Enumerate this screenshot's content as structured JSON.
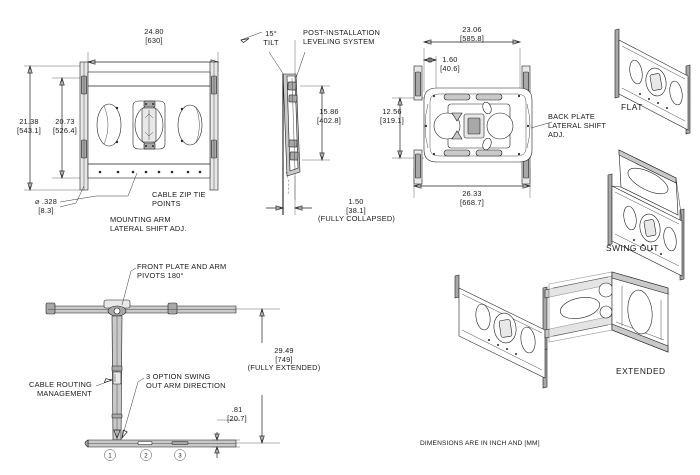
{
  "sheet": {
    "footer_note": "DIMENSIONS ARE IN INCH AND [MM]"
  },
  "front_view": {
    "dim_width": "24.80\n[630]",
    "dim_height_outer": "21.38\n[543.1]",
    "dim_height_inner": "20.73\n[526.4]",
    "dim_hole": "⌀ .328\n[8.3]",
    "callout_cable_zip": "CABLE ZIP TIE\nPOINTS",
    "callout_mounting_arm": "MOUNTING ARM\nLATERAL SHIFT ADJ."
  },
  "side_view": {
    "tilt_label": "15°\nTILT",
    "leveling_label": "POST-INSTALLATION\nLEVELING SYSTEM",
    "dim_height": "15.86\n[402.8]",
    "dim_depth": "1.50\n[38.1]\n(FULLY COLLAPSED)"
  },
  "back_view": {
    "dim_width_inner": "23.06\n[585.8]",
    "dim_offset": "1.60\n[40.6]",
    "dim_height": "12.56\n[319.1]",
    "dim_width_outer": "26.33\n[668.7]",
    "callout_back_plate": "BACK PLATE\nLATERAL SHIFT\nADJ."
  },
  "iso_views": {
    "flat_label": "FLAT",
    "swing_out_label": "SWING OUT",
    "extended_label": "EXTENDED"
  },
  "extended_view": {
    "callout_front_plate": "FRONT PLATE AND ARM\nPIVOTS 180°",
    "callout_cable_routing": "CABLE ROUTING\nMANAGEMENT",
    "callout_swing_option": "3 OPTION SWING\nOUT ARM DIRECTION",
    "dim_extended": "29.49\n[749]\n(FULLY EXTENDED)",
    "dim_base": ".81\n[20.7]",
    "markers": [
      "1",
      "2",
      "3"
    ]
  },
  "colors": {
    "line": "#1f1f1f",
    "fill_mid": "#c9c9c9",
    "fill_light": "#e8e8e8",
    "background": "#ffffff"
  }
}
